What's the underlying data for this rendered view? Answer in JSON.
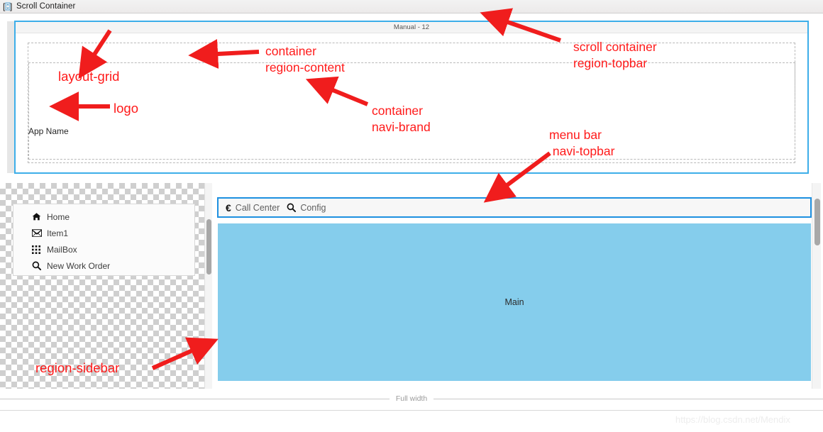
{
  "window": {
    "title": "Scroll Container",
    "icon": "scroll-container-icon"
  },
  "top_region": {
    "manual_label": "Manual - 12",
    "app_name": "App Name"
  },
  "sidebar": {
    "items": [
      {
        "label": "Home",
        "icon": "home-icon"
      },
      {
        "label": "Item1",
        "icon": "envelope-icon"
      },
      {
        "label": "MailBox",
        "icon": "grid-icon"
      },
      {
        "label": "New Work Order",
        "icon": "search-icon"
      }
    ]
  },
  "navi_topbar": {
    "items": [
      {
        "label": "Call Center",
        "icon": "euro-icon"
      },
      {
        "label": "Config",
        "icon": "search-icon"
      }
    ]
  },
  "main": {
    "label": "Main"
  },
  "footer": {
    "full_width_label": "Full width",
    "watermark": "https://blog.csdn.net/Mendix"
  },
  "annotations": [
    {
      "id": "layout-grid",
      "text": "layout-grid"
    },
    {
      "id": "logo",
      "text": "logo"
    },
    {
      "id": "container-content",
      "text": "container\nregion-content"
    },
    {
      "id": "container-brand",
      "text": "container\nnavi-brand"
    },
    {
      "id": "scroll-topbar",
      "text": "scroll container\nregion-topbar"
    },
    {
      "id": "menu-bar",
      "text": "menu bar\n navi-topbar"
    },
    {
      "id": "region-sidebar",
      "text": "region-sidebar"
    }
  ],
  "colors": {
    "annotation_red": "#ff1a1a",
    "main_blue": "#85cdec",
    "accent_border": "#3daee9",
    "topbar_border": "#1e90e0"
  }
}
